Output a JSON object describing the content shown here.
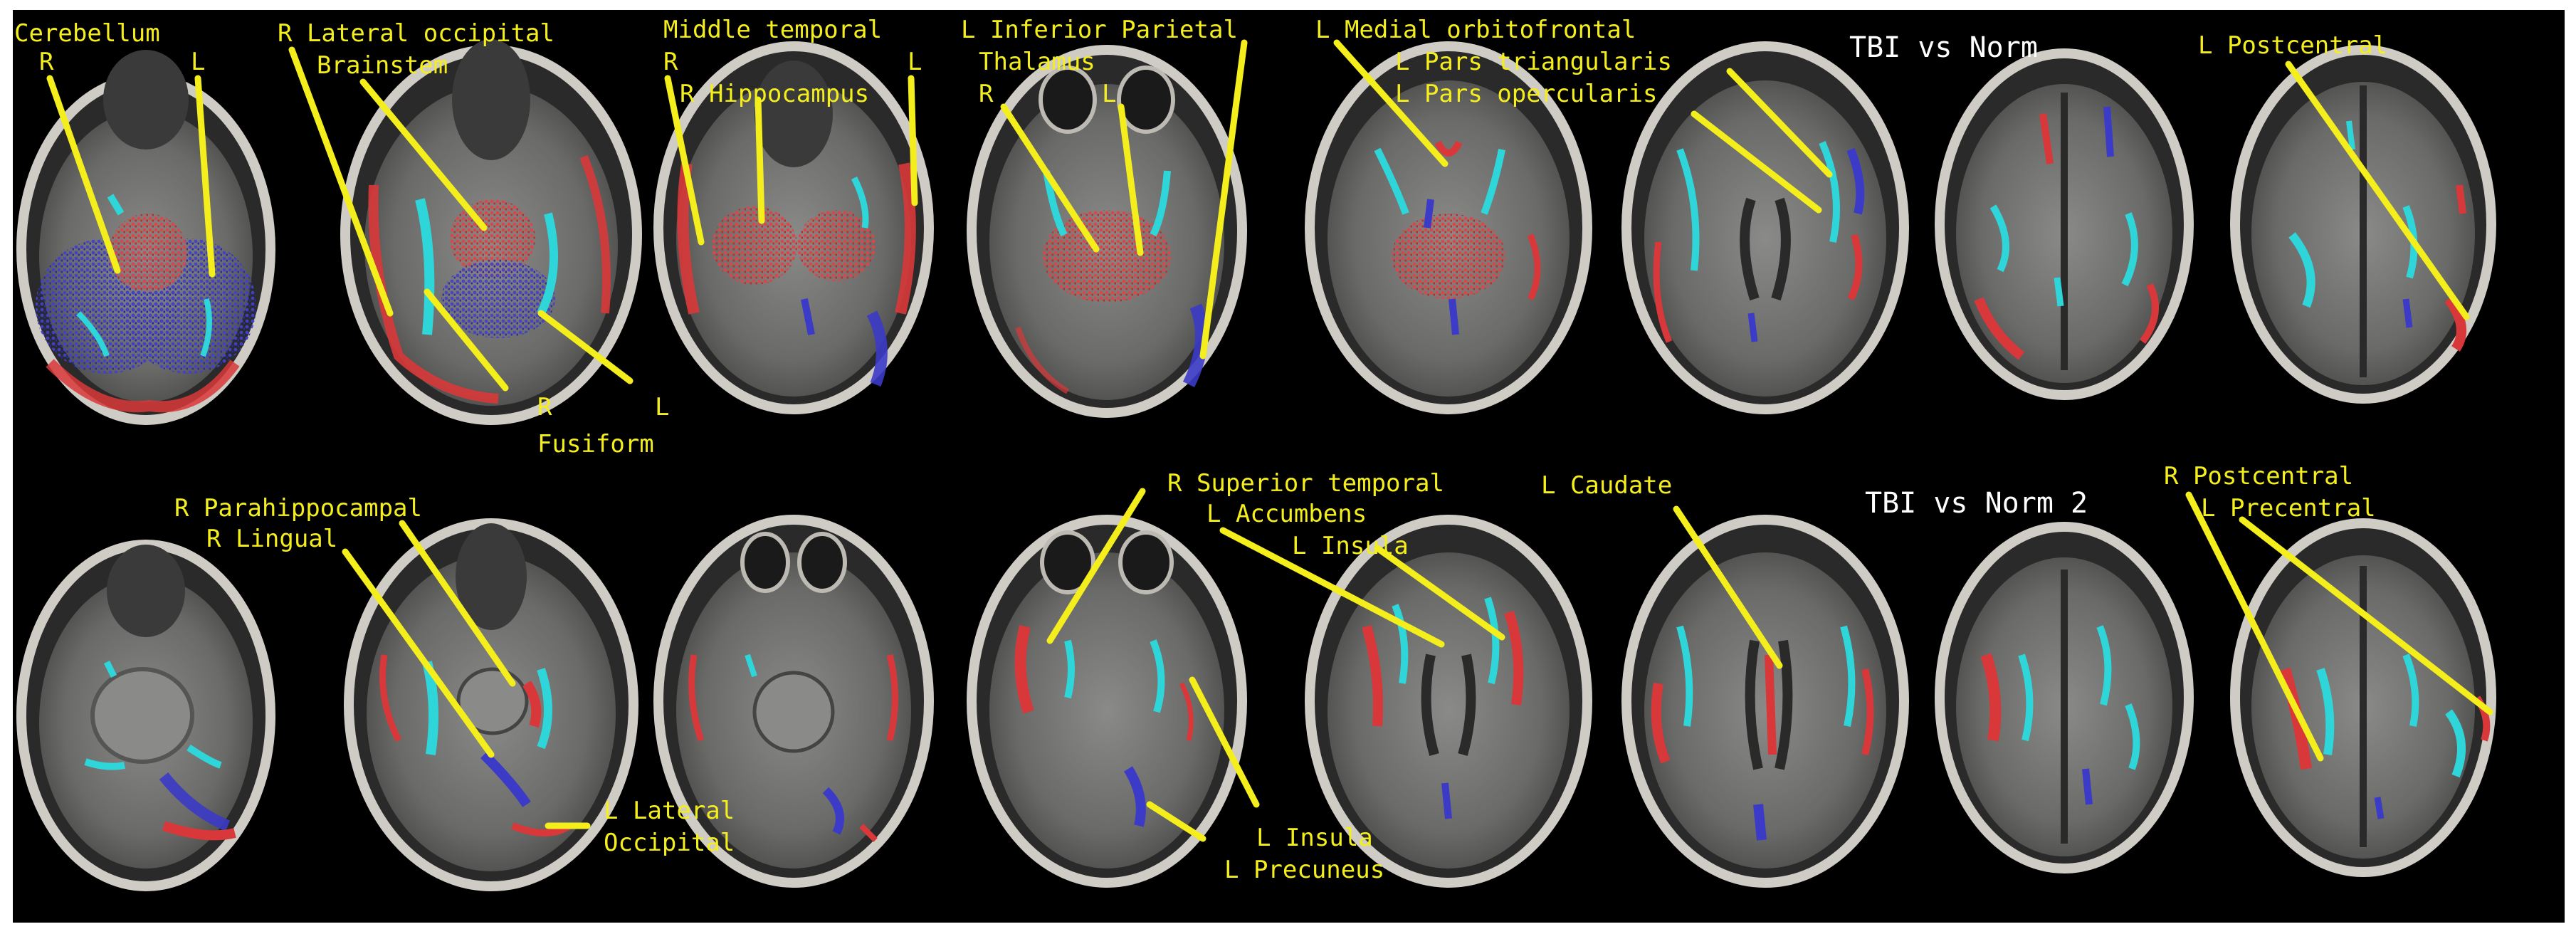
{
  "colors": {
    "background": "#000000",
    "frame": "#ffffff",
    "label": "#f4ee1c",
    "title": "#ffffff",
    "region_red": "#d9383a",
    "region_blue": "#3b3bc8",
    "region_cyan": "#2ed6da",
    "skull": "#c9c6c0",
    "brain": "#6b6b69"
  },
  "titles": {
    "top": "TBI vs Norm",
    "bottom": "TBI vs Norm 2"
  },
  "labels": {
    "cerebellum": "Cerebellum",
    "cerebellum_r": "R",
    "cerebellum_l": "L",
    "r_lateral_occipital": "R Lateral occipital",
    "brainstem": "Brainstem",
    "fusiform_r": "R",
    "fusiform_l": "L",
    "fusiform": "Fusiform",
    "middle_temporal": "Middle temporal",
    "middle_temporal_r": "R",
    "middle_temporal_l": "L",
    "r_hippocampus": "R Hippocampus",
    "l_inferior_parietal": "L Inferior Parietal",
    "thalamus": "Thalamus",
    "thalamus_r": "R",
    "thalamus_l": "L",
    "l_medial_orbitofrontal": "L Medial orbitofrontal",
    "l_pars_triangularis": "L Pars triangularis",
    "l_pars_opercularis": "L Pars opercularis",
    "l_postcentral": "L Postcentral",
    "r_parahippocampal": "R Parahippocampal",
    "r_lingual": "R Lingual",
    "l_lateral": "L Lateral",
    "occipital": "Occipital",
    "r_superior_temporal": "R Superior temporal",
    "l_accumbens": "L Accumbens",
    "l_insula_top": "L Insula",
    "l_insula_bottom": "L Insula",
    "l_precuneus": "L Precuneus",
    "l_caudate": "L Caudate",
    "r_postcentral": "R Postcentral",
    "l_precentral": "L Precentral"
  }
}
